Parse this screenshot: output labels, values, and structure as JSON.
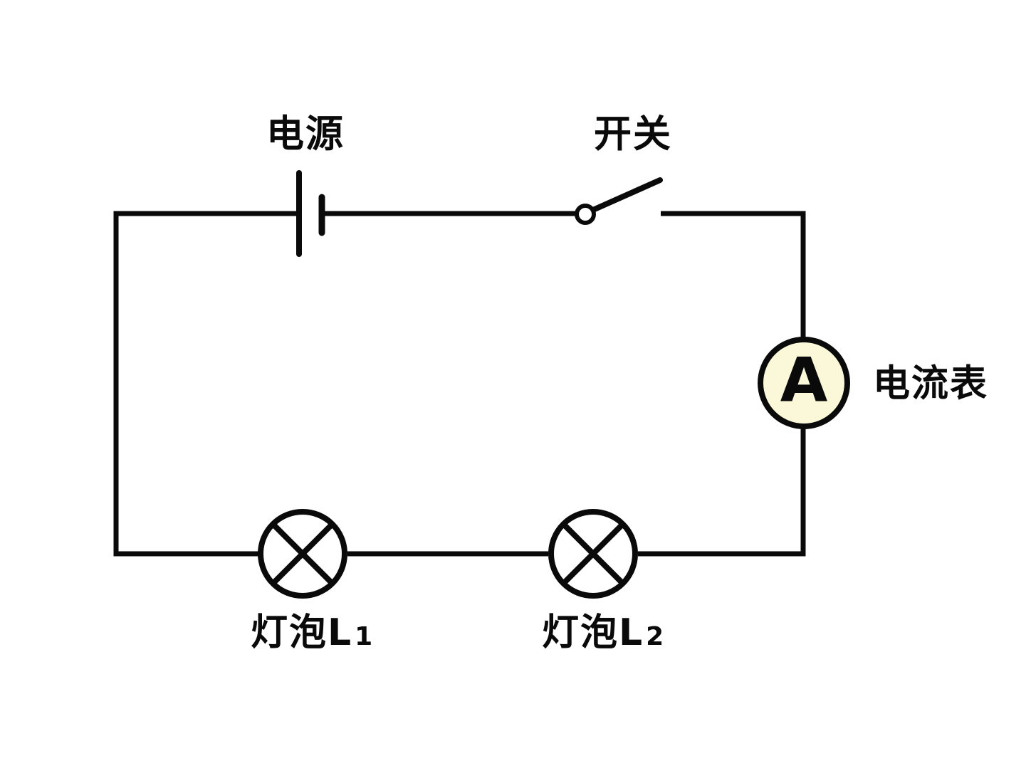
{
  "colors": {
    "background": "#ffffff",
    "line": "#0a0a0a",
    "ammeter_fill": "#faf8d8"
  },
  "components": {
    "power": {
      "label": "电源"
    },
    "switch": {
      "label": "开关"
    },
    "ammeter": {
      "label": "电流表",
      "symbol": "A"
    },
    "bulb1": {
      "label_prefix": "灯泡L",
      "label_sub": "1"
    },
    "bulb2": {
      "label_prefix": "灯泡L",
      "label_sub": "2"
    }
  }
}
